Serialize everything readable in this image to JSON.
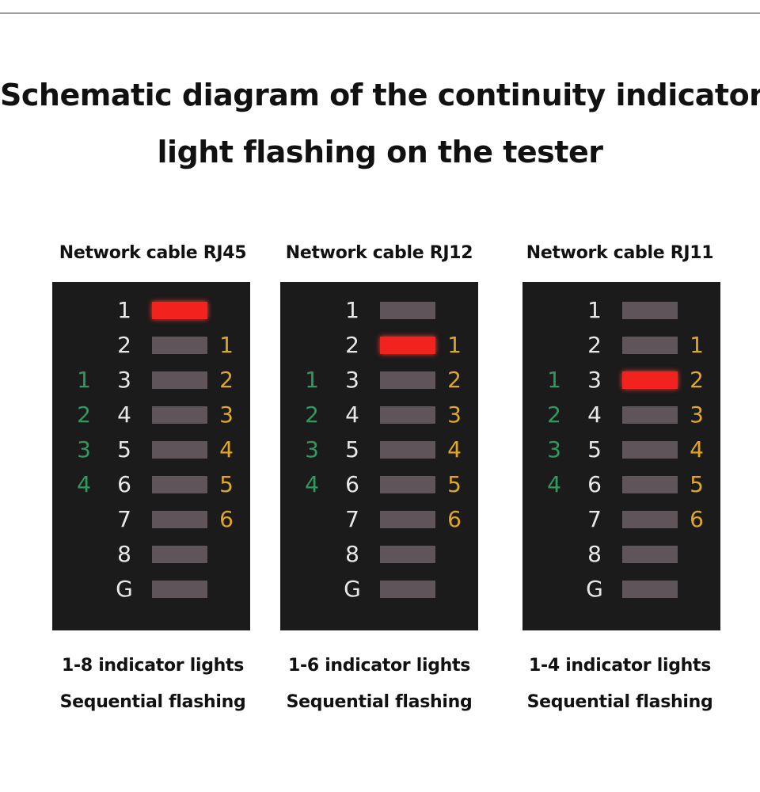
{
  "title": {
    "line1": "Schematic diagram of the continuity indicator",
    "line2": "light flashing on the tester"
  },
  "colors": {
    "panel": "#1b1b1b",
    "led_off": "#5e5459",
    "led_on": "#f2221f",
    "pin_label": "#e8e8e8",
    "left_label": "#2f9a5e",
    "right_label": "#e0a624"
  },
  "columns": [
    {
      "title": "Network cable RJ45",
      "footer_line1": "1-8 indicator lights",
      "footer_line2": "Sequential flashing",
      "rows": [
        {
          "pin": "1",
          "left": "",
          "right": "",
          "lit": true
        },
        {
          "pin": "2",
          "left": "",
          "right": "1",
          "lit": false
        },
        {
          "pin": "3",
          "left": "1",
          "right": "2",
          "lit": false
        },
        {
          "pin": "4",
          "left": "2",
          "right": "3",
          "lit": false
        },
        {
          "pin": "5",
          "left": "3",
          "right": "4",
          "lit": false
        },
        {
          "pin": "6",
          "left": "4",
          "right": "5",
          "lit": false
        },
        {
          "pin": "7",
          "left": "",
          "right": "6",
          "lit": false
        },
        {
          "pin": "8",
          "left": "",
          "right": "",
          "lit": false
        },
        {
          "pin": "G",
          "left": "",
          "right": "",
          "lit": false
        }
      ]
    },
    {
      "title": "Network cable RJ12",
      "footer_line1": "1-6 indicator lights",
      "footer_line2": "Sequential flashing",
      "rows": [
        {
          "pin": "1",
          "left": "",
          "right": "",
          "lit": false
        },
        {
          "pin": "2",
          "left": "",
          "right": "1",
          "lit": true
        },
        {
          "pin": "3",
          "left": "1",
          "right": "2",
          "lit": false
        },
        {
          "pin": "4",
          "left": "2",
          "right": "3",
          "lit": false
        },
        {
          "pin": "5",
          "left": "3",
          "right": "4",
          "lit": false
        },
        {
          "pin": "6",
          "left": "4",
          "right": "5",
          "lit": false
        },
        {
          "pin": "7",
          "left": "",
          "right": "6",
          "lit": false
        },
        {
          "pin": "8",
          "left": "",
          "right": "",
          "lit": false
        },
        {
          "pin": "G",
          "left": "",
          "right": "",
          "lit": false
        }
      ]
    },
    {
      "title": "Network cable RJ11",
      "footer_line1": "1-4 indicator lights",
      "footer_line2": "Sequential flashing",
      "rows": [
        {
          "pin": "1",
          "left": "",
          "right": "",
          "lit": false
        },
        {
          "pin": "2",
          "left": "",
          "right": "1",
          "lit": false
        },
        {
          "pin": "3",
          "left": "1",
          "right": "2",
          "lit": true
        },
        {
          "pin": "4",
          "left": "2",
          "right": "3",
          "lit": false
        },
        {
          "pin": "5",
          "left": "3",
          "right": "4",
          "lit": false
        },
        {
          "pin": "6",
          "left": "4",
          "right": "5",
          "lit": false
        },
        {
          "pin": "7",
          "left": "",
          "right": "6",
          "lit": false
        },
        {
          "pin": "8",
          "left": "",
          "right": "",
          "lit": false
        },
        {
          "pin": "G",
          "left": "",
          "right": "",
          "lit": false
        }
      ]
    }
  ]
}
